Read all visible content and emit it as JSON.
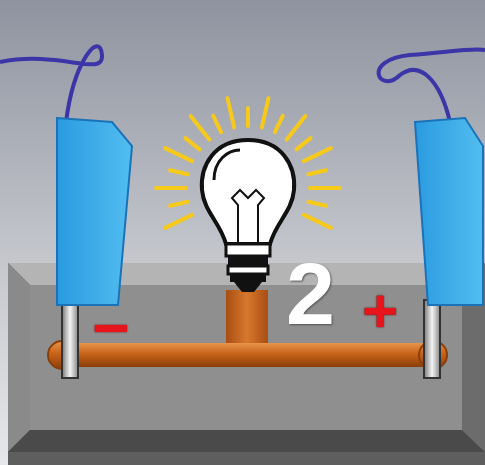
{
  "diagram": {
    "labels": [
      "−",
      "2",
      "+"
    ]
  }
}
